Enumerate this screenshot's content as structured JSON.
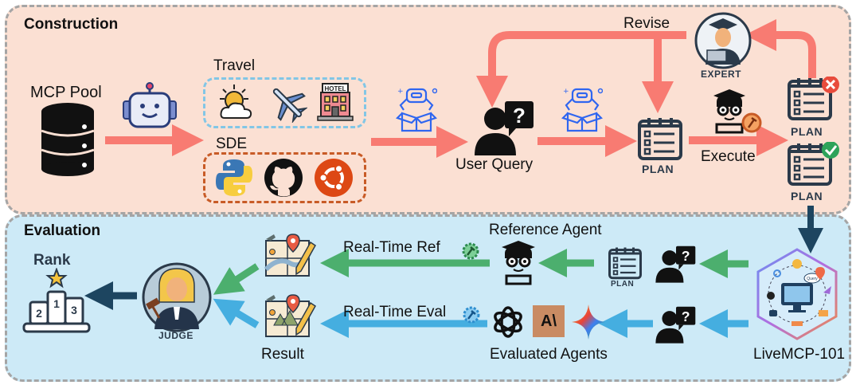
{
  "sections": {
    "construction": "Construction",
    "evaluation": "Evaluation"
  },
  "construction": {
    "mcp_pool": "MCP Pool",
    "travel_group": {
      "label": "Travel",
      "icons": [
        "weather-icon",
        "airplane-icon",
        "hotel-icon"
      ],
      "hotel_sign": "HOTEL"
    },
    "sde_group": {
      "label": "SDE",
      "icons": [
        "python-icon",
        "github-icon",
        "ubuntu-icon"
      ]
    },
    "user_query": "User Query",
    "plan": "PLAN",
    "execute": "Execute",
    "revise": "Revise",
    "expert": "EXPERT",
    "plan_rejected": "PLAN",
    "plan_approved": "PLAN"
  },
  "evaluation": {
    "rank": "Rank",
    "podium": [
      "2",
      "1",
      "3"
    ],
    "judge": "JUDGE",
    "result": "Result",
    "real_time_ref": "Real-Time Ref",
    "real_time_eval": "Real-Time Eval",
    "reference_agent": "Reference Agent",
    "ref_plan": "PLAN",
    "evaluated_agents": "Evaluated Agents",
    "anthropic_logo_text": "A\\",
    "livemcp": "LiveMCP-101",
    "query_bubble": "Query"
  },
  "colors": {
    "construction_bg": "#fbe0d3",
    "evaluation_bg": "#cdeaf7",
    "salmon_arrow": "#f87b72",
    "green_arrow": "#4caf6e",
    "blue_arrow": "#45aee0",
    "navy_arrow": "#1d4560"
  }
}
